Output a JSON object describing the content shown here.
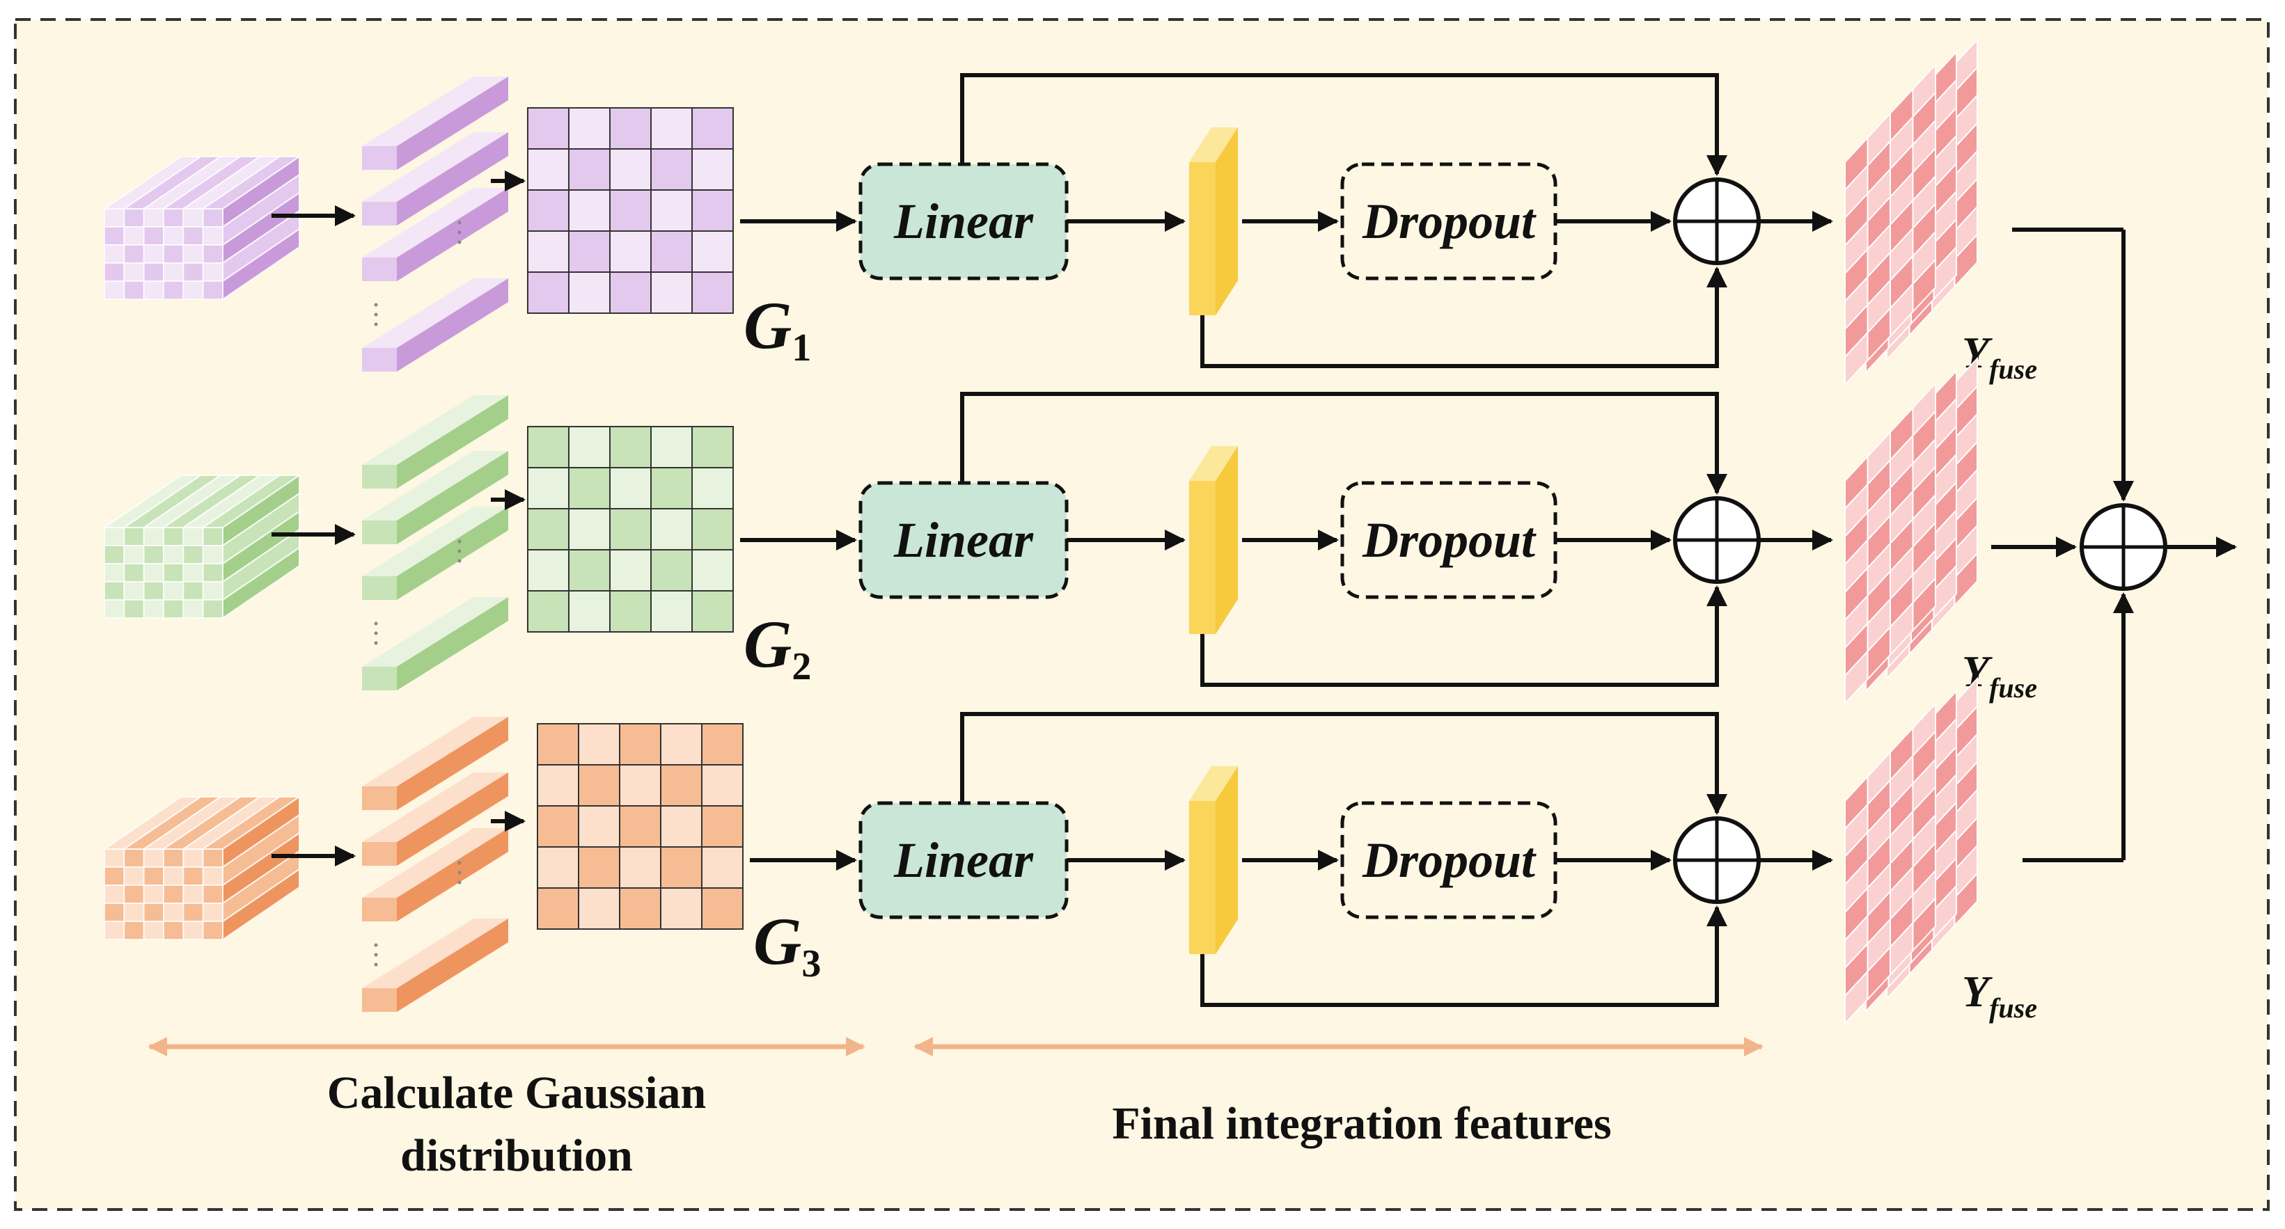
{
  "title": "",
  "rows": [
    {
      "gaussian_label": "G",
      "gaussian_sub": "1",
      "palette": {
        "light": "#f3e6f7",
        "mid": "#e3c9ee",
        "dark": "#c99ad9",
        "line": "#8f6aa6"
      }
    },
    {
      "gaussian_label": "G",
      "gaussian_sub": "2",
      "palette": {
        "light": "#e7f3df",
        "mid": "#c8e3b7",
        "dark": "#a3cf8a",
        "line": "#5f8a4c"
      }
    },
    {
      "gaussian_label": "G",
      "gaussian_sub": "3",
      "palette": {
        "light": "#fde0cc",
        "mid": "#f6bc94",
        "dark": "#ee955f",
        "line": "#b8683a"
      }
    }
  ],
  "blocks": {
    "linear_label": "Linear",
    "dropout_label": "Dropout",
    "output_label": "Y",
    "output_sub": "fuse"
  },
  "captions": {
    "left_line1": "Calculate Gaussian",
    "left_line2": "distribution",
    "right": "Final integration features"
  },
  "colors": {
    "background": "#fdf7e3",
    "linear_fill": "#c9e6d6",
    "dropout_fill": "#fdf7e3",
    "feature_bar": "#fbd45a",
    "output_light": "#fbd0d0",
    "output_dark": "#f29a9a",
    "span_arrow": "#f2b48a",
    "stroke": "#111111"
  }
}
